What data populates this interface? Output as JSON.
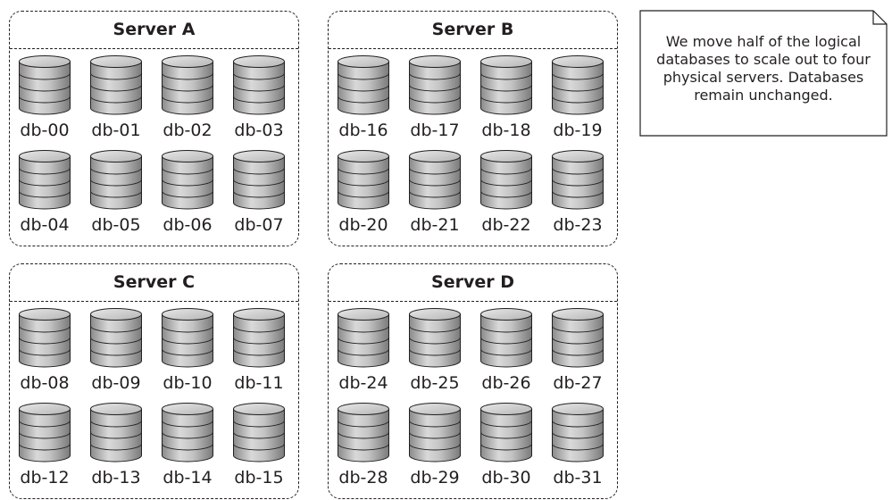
{
  "servers": [
    {
      "title": "Server A",
      "databases": [
        "db-00",
        "db-01",
        "db-02",
        "db-03",
        "db-04",
        "db-05",
        "db-06",
        "db-07"
      ]
    },
    {
      "title": "Server B",
      "databases": [
        "db-16",
        "db-17",
        "db-18",
        "db-19",
        "db-20",
        "db-21",
        "db-22",
        "db-23"
      ]
    },
    {
      "title": "Server C",
      "databases": [
        "db-08",
        "db-09",
        "db-10",
        "db-11",
        "db-12",
        "db-13",
        "db-14",
        "db-15"
      ]
    },
    {
      "title": "Server D",
      "databases": [
        "db-24",
        "db-25",
        "db-26",
        "db-27",
        "db-28",
        "db-29",
        "db-30",
        "db-31"
      ]
    }
  ],
  "note": {
    "lines": [
      "We move half of the logical",
      "databases to scale out to four",
      "physical servers. Databases",
      "remain unchanged."
    ]
  },
  "icons": {
    "database": "database-cylinder-icon",
    "note": "note-icon"
  }
}
